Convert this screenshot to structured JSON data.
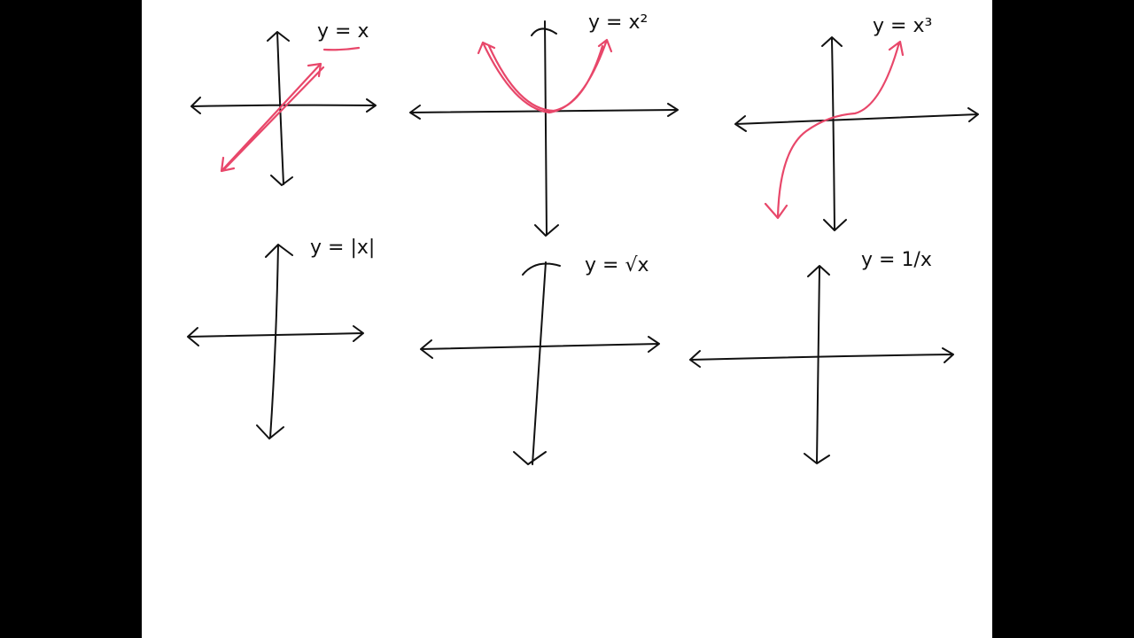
{
  "colors": {
    "ink": "#111111",
    "highlight": "#e8476a",
    "background": "#ffffff",
    "border": "#000000"
  },
  "graphs": [
    {
      "label": "y = x",
      "curve_drawn": true
    },
    {
      "label": "y = x²",
      "curve_drawn": true
    },
    {
      "label": "y = x³",
      "curve_drawn": true
    },
    {
      "label": "y = |x|",
      "curve_drawn": false
    },
    {
      "label": "y = √x",
      "curve_drawn": false
    },
    {
      "label": "y = 1/x",
      "curve_drawn": false
    }
  ]
}
